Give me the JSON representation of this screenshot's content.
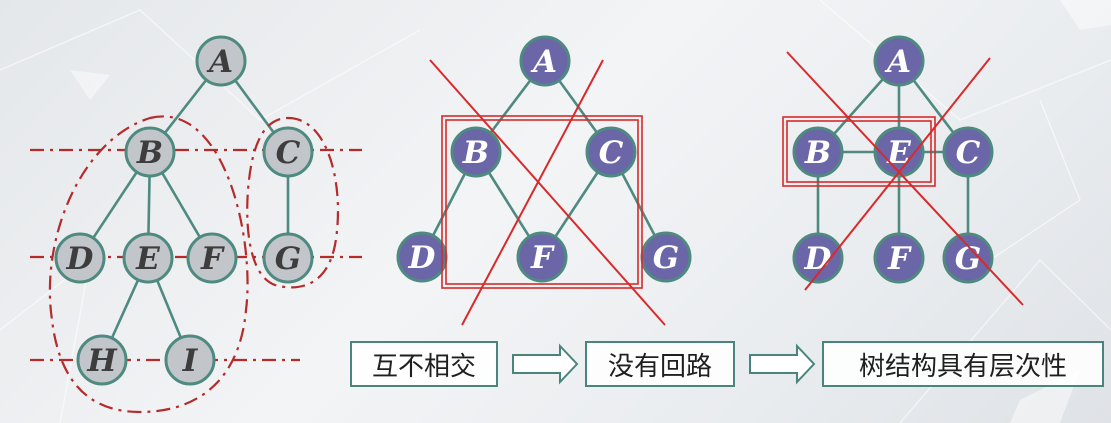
{
  "colors": {
    "edge": "#4e8a80",
    "gray_fill": "#c2c5c9",
    "gray_stroke": "#4e8a80",
    "gray_label": "#3d3d3d",
    "purple_fill": "#6b66a7",
    "purple_stroke": "#4e8a80",
    "purple_label": "#ffffff",
    "red": "#d82a2a",
    "dashed_red": "#b42b2b",
    "box_border": "#4a857d"
  },
  "diagrams": {
    "tree": {
      "nodes": [
        "A",
        "B",
        "C",
        "D",
        "E",
        "F",
        "G",
        "H",
        "I"
      ],
      "edges": [
        [
          "A",
          "B"
        ],
        [
          "A",
          "C"
        ],
        [
          "B",
          "D"
        ],
        [
          "B",
          "E"
        ],
        [
          "B",
          "F"
        ],
        [
          "C",
          "G"
        ],
        [
          "E",
          "H"
        ],
        [
          "E",
          "I"
        ]
      ]
    },
    "graph_cycle": {
      "nodes": [
        "A",
        "B",
        "C",
        "D",
        "F",
        "G"
      ],
      "edges": [
        [
          "A",
          "B"
        ],
        [
          "A",
          "C"
        ],
        [
          "B",
          "D"
        ],
        [
          "B",
          "F"
        ],
        [
          "C",
          "F"
        ],
        [
          "C",
          "G"
        ]
      ]
    },
    "graph_cross": {
      "nodes": [
        "A",
        "B",
        "E",
        "C",
        "D",
        "F",
        "G"
      ],
      "edges": [
        [
          "A",
          "B"
        ],
        [
          "A",
          "E"
        ],
        [
          "A",
          "C"
        ],
        [
          "B",
          "E"
        ],
        [
          "E",
          "C"
        ],
        [
          "B",
          "D"
        ],
        [
          "E",
          "F"
        ],
        [
          "C",
          "G"
        ]
      ]
    }
  },
  "flow": {
    "steps": [
      "互不相交",
      "没有回路",
      "树结构具有层次性"
    ]
  },
  "icons": [
    "arrow-right-icon",
    "arrow-right-icon"
  ]
}
